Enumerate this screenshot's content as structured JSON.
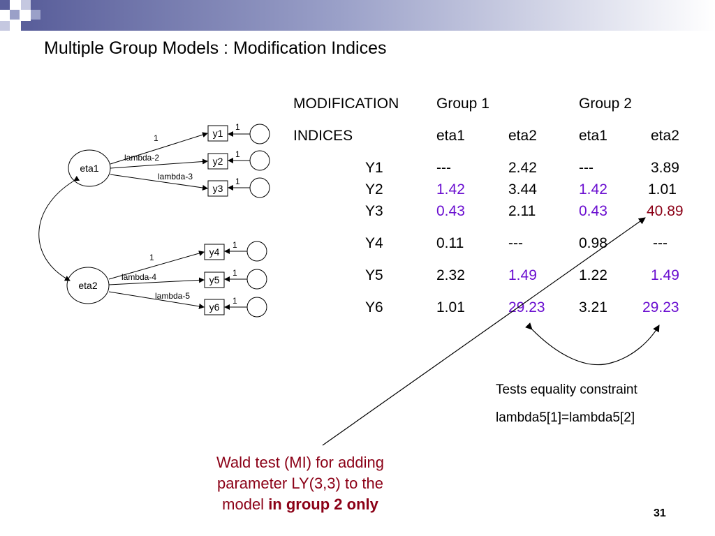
{
  "slide": {
    "title": "Multiple Group Models : Modification Indices",
    "page_number": "31"
  },
  "path_diagram": {
    "factors": [
      "eta1",
      "eta2"
    ],
    "indicators": [
      "y1",
      "y2",
      "y3",
      "y4",
      "y5",
      "y6"
    ],
    "loading_labels": [
      "1",
      "lambda-2",
      "lambda-3",
      "1",
      "lambda-4",
      "lambda-5"
    ],
    "error_labels": [
      "1",
      "1",
      "1",
      "1",
      "1",
      "1"
    ]
  },
  "mi_table": {
    "header1": [
      "MODIFICATION",
      "Group 1",
      "Group 2"
    ],
    "header2": [
      "INDICES",
      "eta1",
      "eta2",
      "eta1",
      "eta2"
    ],
    "rows": [
      {
        "label": "Y1",
        "values": [
          "---",
          "2.42",
          "---",
          "3.89"
        ]
      },
      {
        "label": "Y2",
        "values": [
          "1.42",
          "3.44",
          "1.42",
          "1.01"
        ]
      },
      {
        "label": "Y3",
        "values": [
          "0.43",
          "2.11",
          "0.43",
          "40.89"
        ]
      },
      {
        "label": "Y4",
        "values": [
          "0.11",
          "---",
          "0.98",
          "---"
        ]
      },
      {
        "label": "Y5",
        "values": [
          "2.32",
          "1.49",
          "1.22",
          "1.49"
        ]
      },
      {
        "label": "Y6",
        "values": [
          "1.01",
          "29.23",
          "3.21",
          "29.23"
        ]
      }
    ]
  },
  "annotations": {
    "equality_line1": "Tests equality constraint",
    "equality_line2": "lambda5[1]=lambda5[2]",
    "wald_line1": "Wald test (MI) for adding",
    "wald_line2": "parameter LY(3,3) to the",
    "wald_line3_prefix": "model ",
    "wald_line3_bold": "in group 2 only"
  },
  "colors": {
    "highlight_blue": "#6a0ed0",
    "highlight_red": "#8b0016",
    "title_bar": "#5a5f9b"
  }
}
